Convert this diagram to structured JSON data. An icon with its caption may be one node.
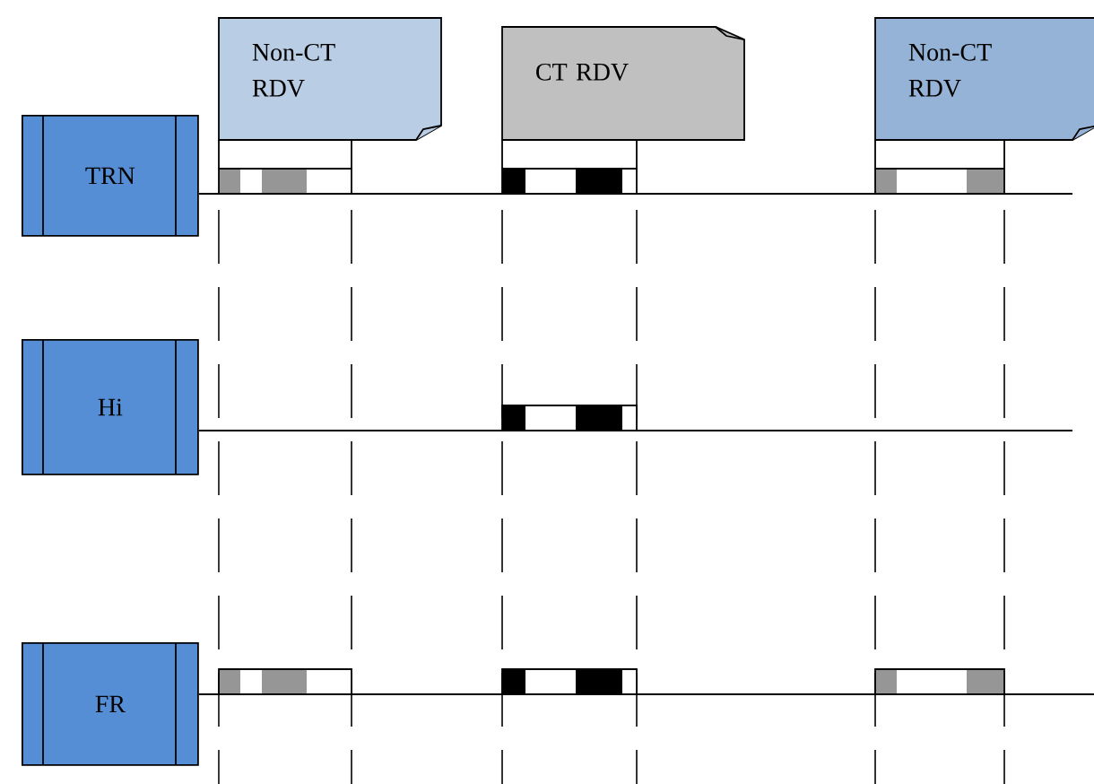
{
  "diagram": {
    "nodes": [
      {
        "text": [
          "TRN"
        ]
      },
      {
        "text": [
          "Hi"
        ]
      },
      {
        "text": [
          "FR"
        ]
      },
      {
        "text": [
          "Non-CT RDV"
        ]
      },
      {
        "text": [
          "CT RDV"
        ]
      },
      {
        "text": [
          "Non-CT RDV"
        ]
      }
    ],
    "edges": [
      {
        "from": 0,
        "to": null,
        "arrow": "none"
      },
      {
        "from": 1,
        "to": null,
        "arrow": "none"
      },
      {
        "from": 2,
        "to": null,
        "arrow": "none"
      }
    ]
  }
}
